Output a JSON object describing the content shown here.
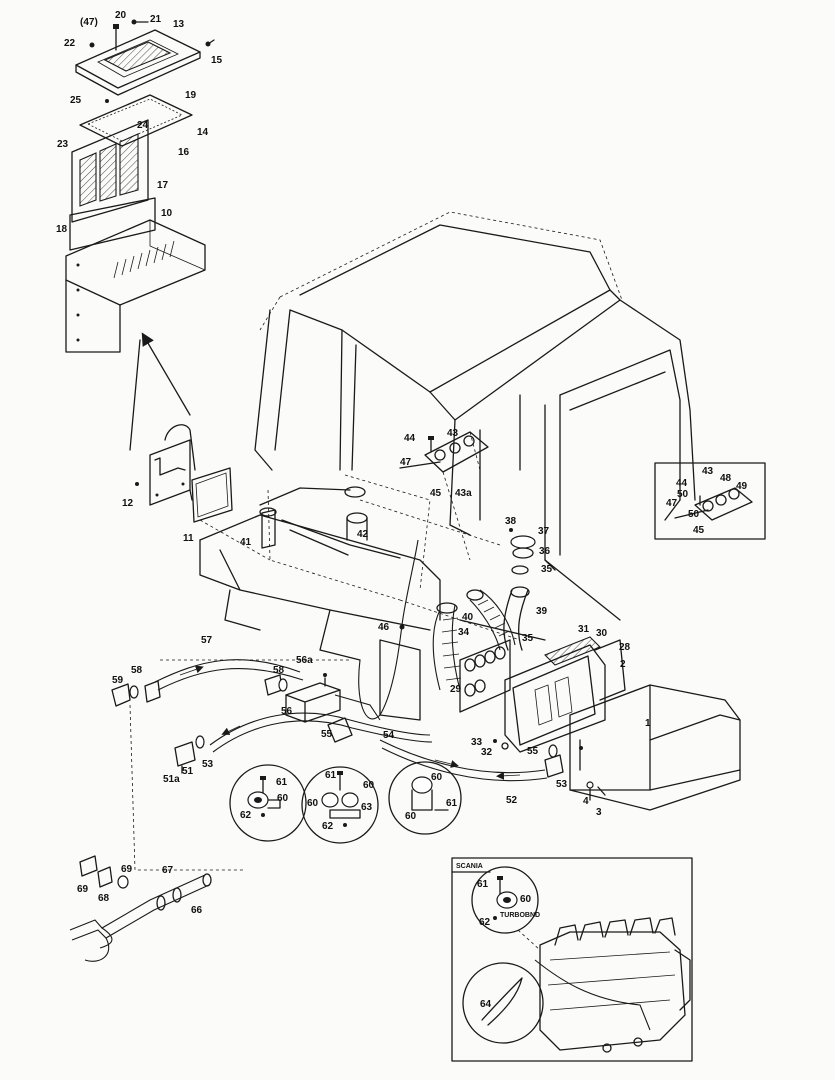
{
  "labels": {
    "l47p": "(47)",
    "l20": "20",
    "l21": "21",
    "l13": "13",
    "l22": "22",
    "l15": "15",
    "l25": "25",
    "l19": "19",
    "l24": "24",
    "l14": "14",
    "l23": "23",
    "l16": "16",
    "l17": "17",
    "l18": "18",
    "l10": "10",
    "l12": "12",
    "l11": "11",
    "l41": "41",
    "l42": "42",
    "l44a": "44",
    "l43a": "43",
    "l47": "47",
    "l45a": "45",
    "l43aa": "43a",
    "l44b": "44",
    "l43b": "43",
    "l48": "48",
    "l50a": "50",
    "l49": "49",
    "l47b": "47",
    "l50b": "50",
    "l45b": "45",
    "l38": "38",
    "l37": "37",
    "l36": "36",
    "l35": "35",
    "l40": "40",
    "l39": "39",
    "l34": "34",
    "l35b": "35",
    "l31": "31",
    "l30": "30",
    "l28": "28",
    "l2": "2",
    "l1": "1",
    "l29": "29",
    "l46": "46",
    "l57": "57",
    "l56a": "56a",
    "l59": "59",
    "l58a": "58",
    "l58b": "58",
    "l56": "56",
    "l55a": "55",
    "l54": "54",
    "l33": "33",
    "l32": "32",
    "l55b": "55",
    "l53b": "53",
    "l4": "4",
    "l3": "3",
    "l52": "52",
    "l51": "51",
    "l53a": "53",
    "l51a": "51a",
    "d1_61": "61",
    "d1_60": "60",
    "d1_62": "62",
    "d2_61": "61",
    "d2_60a": "60",
    "d2_60b": "60",
    "d2_63": "63",
    "d2_62": "62",
    "d3_60a": "60",
    "d3_61": "61",
    "d3_60b": "60",
    "l69a": "69",
    "l68": "68",
    "l69b": "69",
    "l67": "67",
    "l66": "66",
    "scania": "SCANIA",
    "s61": "61",
    "s60": "60",
    "s62": "62",
    "turbo": "TURBOBND",
    "s64": "64"
  }
}
